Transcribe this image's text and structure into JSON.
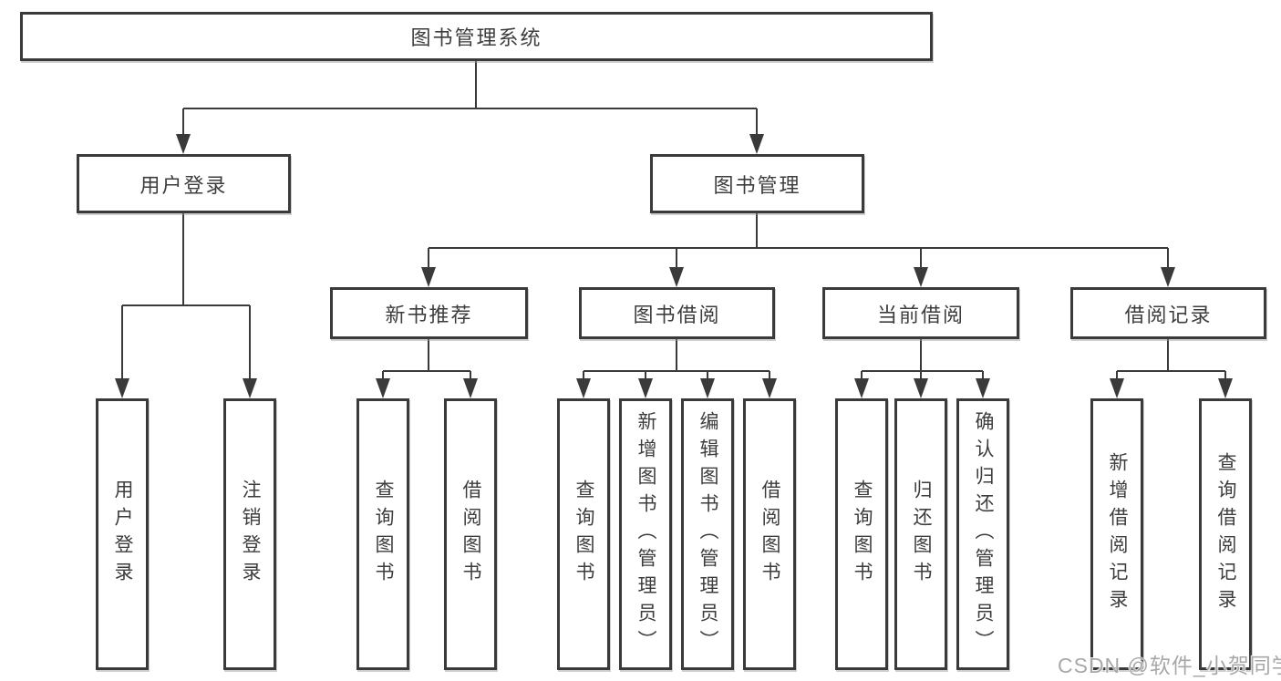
{
  "diagram_type": "hierarchy-tree",
  "tree": {
    "label": "图书管理系统",
    "children": [
      {
        "label": "用户登录",
        "children": [
          {
            "label": "用户登录"
          },
          {
            "label": "注销登录"
          }
        ]
      },
      {
        "label": "图书管理",
        "children": [
          {
            "label": "新书推荐",
            "children": [
              {
                "label": "查询图书"
              },
              {
                "label": "借阅图书"
              }
            ]
          },
          {
            "label": "图书借阅",
            "children": [
              {
                "label": "查询图书"
              },
              {
                "label": "新增图书（管理员）"
              },
              {
                "label": "编辑图书（管理员）"
              },
              {
                "label": "借阅图书"
              }
            ]
          },
          {
            "label": "当前借阅",
            "children": [
              {
                "label": "查询图书"
              },
              {
                "label": "归还图书"
              },
              {
                "label": "确认归还（管理员）"
              }
            ]
          },
          {
            "label": "借阅记录",
            "children": [
              {
                "label": "新增借阅记录"
              },
              {
                "label": "查询借阅记录"
              }
            ]
          }
        ]
      }
    ]
  },
  "watermark": {
    "text": "CSDN @软件_小贺同学"
  },
  "icons": {
    "connector_arrow": "filled-down-triangle"
  },
  "colors": {
    "background": "#ffffff",
    "line": "#3a3a3a",
    "box_border": "#3a3a3a",
    "box_fill": "#ffffff",
    "text": "#3d3d3d",
    "watermark": "#a8a8a8"
  }
}
